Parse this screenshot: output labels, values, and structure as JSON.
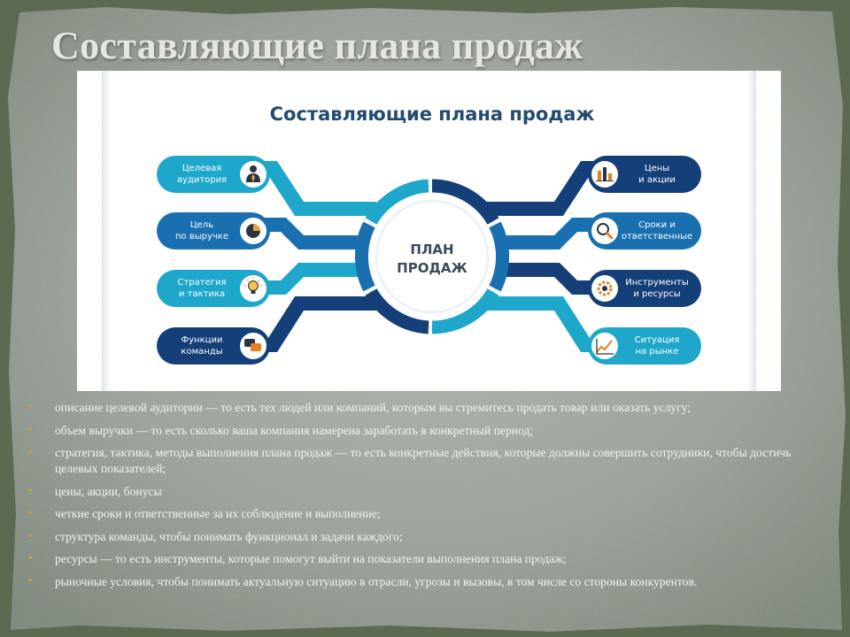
{
  "slide_title": "Составляющие плана продаж",
  "colors": {
    "navy": "#133c73",
    "blue": "#1d6fb1",
    "cyan": "#14a3c9",
    "bullet": "#c9a23a"
  },
  "infographic": {
    "title": "Составляющие плана продаж",
    "center_line1": "ПЛАН",
    "center_line2": "ПРОДАЖ",
    "left_items": [
      {
        "line1": "Целевая",
        "line2": "аудитория",
        "icon": "person-icon"
      },
      {
        "line1": "Цель",
        "line2": "по выручке",
        "icon": "pie-chart-icon"
      },
      {
        "line1": "Стратегия",
        "line2": "и тактика",
        "icon": "lightbulb-icon"
      },
      {
        "line1": "Функции",
        "line2": "команды",
        "icon": "speech-bubbles-icon"
      }
    ],
    "right_items": [
      {
        "line1": "Цены",
        "line2": "и акции",
        "icon": "bar-chart-icon"
      },
      {
        "line1": "Сроки и",
        "line2": "ответственные",
        "icon": "magnifier-icon"
      },
      {
        "line1": "Инструменты",
        "line2": "и ресурсы",
        "icon": "gear-icon"
      },
      {
        "line1": "Ситуация",
        "line2": "на рынке",
        "icon": "trend-chart-icon"
      }
    ]
  },
  "bullets": [
    {
      "marker": "•",
      "text": "описание целевой аудитории — то есть тех людей или компаний, которым вы стремитесь продать товар или оказать услугу;"
    },
    {
      "marker": "•",
      "text": "объем выручки — то есть сколько ваша компания намерена заработать в конкретный период;"
    },
    {
      "marker": "•",
      "text": "стратегия, тактика, методы выполнения плана продаж — то есть конкретные действия, которые должны совершить сотрудники, чтобы достичь целевых показателей;"
    },
    {
      "marker": "•",
      "text": "цены, акции, бонусы"
    },
    {
      "marker": "•",
      "text": "четкие сроки и ответственные за их соблюдение и выполнение;"
    },
    {
      "marker": "•",
      "text": "структура команды, чтобы понимать функционал и задачи каждого;"
    },
    {
      "marker": "•",
      "text": "ресурсы — то есть инструменты, которые помогут выйти на показатели выполнения плана продаж;"
    },
    {
      "marker": "•",
      "text": "рыночные условия, чтобы понимать актуальную ситуацию в отрасли, угрозы и вызовы, в том числе со стороны конкурентов."
    }
  ]
}
